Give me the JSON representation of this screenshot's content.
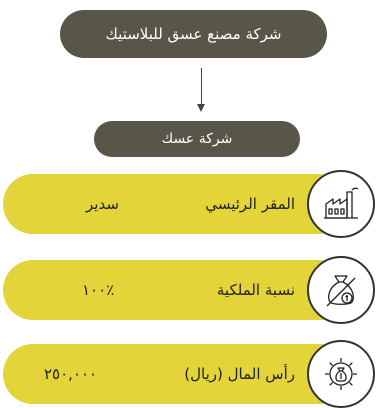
{
  "parent": {
    "label": "شركة مصنع عسق للبلاستيك"
  },
  "company": {
    "label": "شركة عسك"
  },
  "rows": [
    {
      "icon": "factory-icon",
      "label": "المقر الرئيسي",
      "value": "سدير"
    },
    {
      "icon": "money-bag-icon",
      "label": "نسبة الملكية",
      "value": "٪١٠٠"
    },
    {
      "icon": "gear-money-icon",
      "label": "رأس المال (ريال)",
      "value": "٢٥٠,٠٠٠"
    }
  ],
  "colors": {
    "dark_pill": "#575648",
    "accent_yellow": "#e3d43a"
  }
}
